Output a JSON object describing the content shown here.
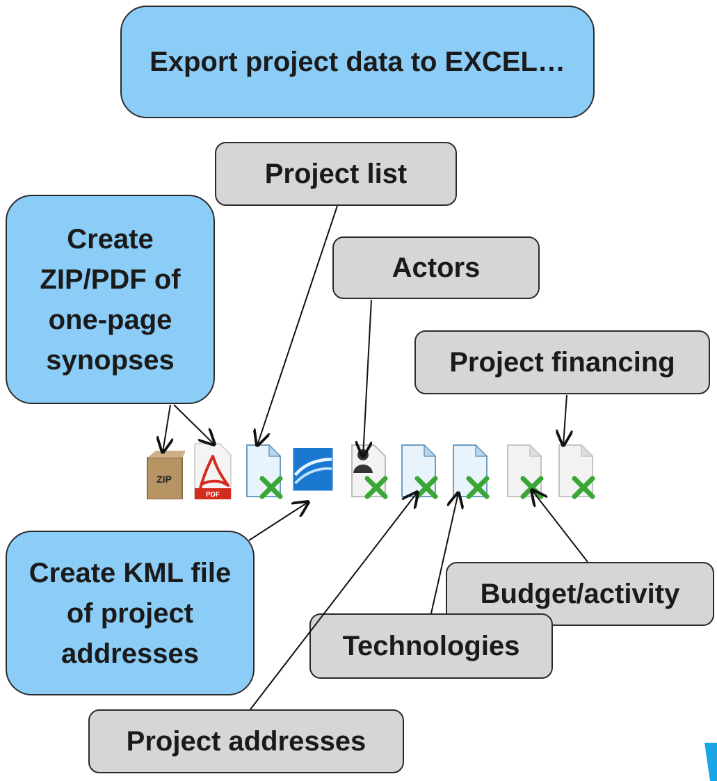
{
  "header": {
    "label": "Export project data to EXCEL…"
  },
  "callouts": {
    "zip_pdf": "Create ZIP/PDF of one-page synopses",
    "kml": "Create KML file of project addresses"
  },
  "labels": {
    "project_list": "Project list",
    "actors": "Actors",
    "project_financing": "Project financing",
    "budget_activity": "Budget/activity",
    "technologies": "Technologies",
    "project_addresses": "Project addresses"
  },
  "toolbar": {
    "zip_icon_text": "ZIP",
    "pdf_icon_text": "PDF",
    "icons": [
      "zip-archive-icon",
      "pdf-icon",
      "excel-document-icon",
      "google-earth-icon",
      "excel-actors-icon",
      "excel-document-icon",
      "excel-document-icon",
      "excel-document-icon",
      "excel-document-icon"
    ]
  },
  "colors": {
    "callout_blue": "#8ccdf7",
    "label_gray": "#d6d6d6",
    "excel_green": "#3aa635",
    "pdf_red": "#d52b1e",
    "earth_blue": "#1b78d0",
    "swoosh_blue": "#18a6e6"
  }
}
